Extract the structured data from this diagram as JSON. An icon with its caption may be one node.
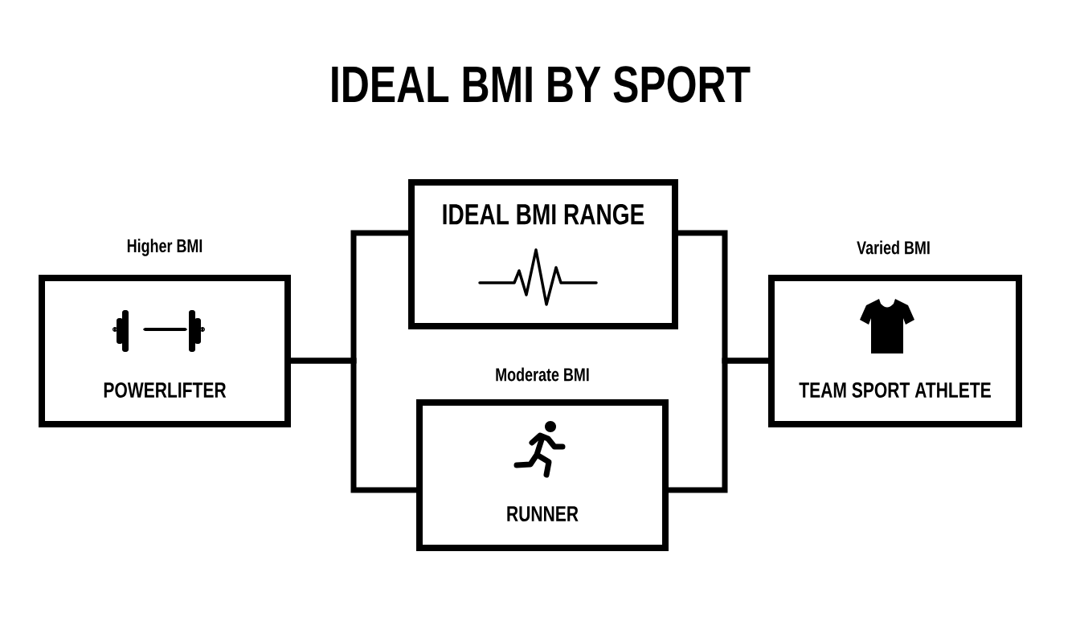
{
  "diagram": {
    "title": "IDEAL BMI BY SPORT",
    "nodes": [
      {
        "text": [
          "POWERLIFTER"
        ],
        "beside": [
          "Higher BMI"
        ]
      },
      {
        "text": [
          "IDEAL BMI RANGE"
        ]
      },
      {
        "text": [
          "RUNNER"
        ],
        "beside": [
          "Moderate BMI"
        ]
      },
      {
        "text": [
          "TEAM SPORT ATHLETE"
        ],
        "beside": [
          "Varied BMI"
        ]
      }
    ],
    "edges": [
      {
        "from": 0,
        "to": 1,
        "arrow": "none"
      },
      {
        "from": 0,
        "to": 2,
        "arrow": "none"
      },
      {
        "from": 1,
        "to": 3,
        "arrow": "none"
      },
      {
        "from": 2,
        "to": 3,
        "arrow": "none"
      }
    ]
  }
}
